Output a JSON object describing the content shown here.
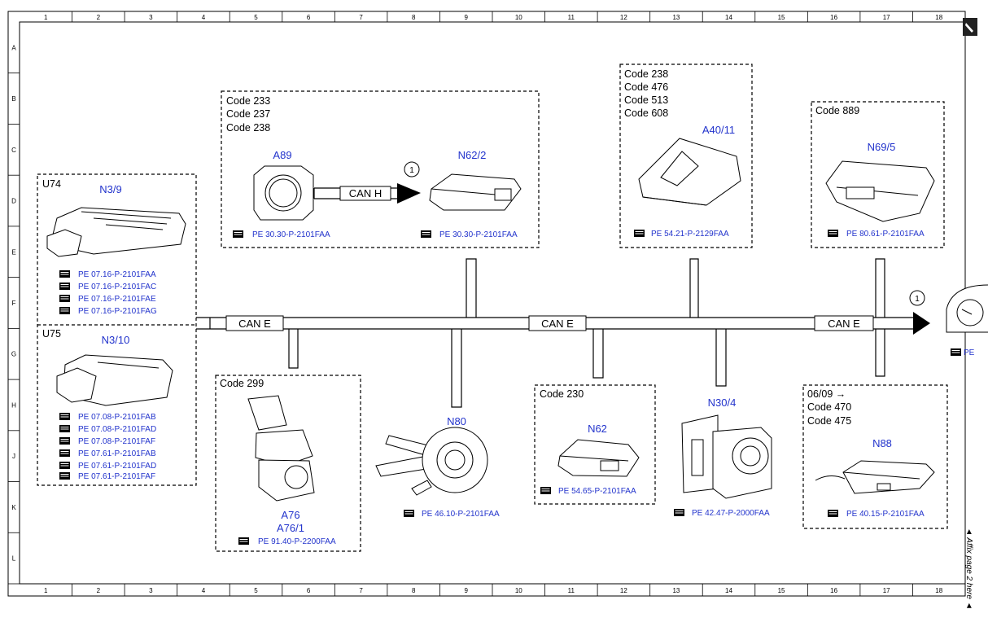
{
  "grid": {
    "columns": [
      "1",
      "2",
      "3",
      "4",
      "5",
      "6",
      "7",
      "8",
      "9",
      "10",
      "11",
      "12",
      "13",
      "14",
      "15",
      "16",
      "17",
      "18"
    ],
    "rows": [
      "A",
      "B",
      "C",
      "D",
      "E",
      "F",
      "G",
      "H",
      "J",
      "K",
      "L"
    ]
  },
  "groups": {
    "u74": {
      "label": "U74",
      "component": "N3/9",
      "refs": [
        "PE 07.16-P-2101FAA",
        "PE 07.16-P-2101FAC",
        "PE 07.16-P-2101FAE",
        "PE 07.16-P-2101FAG"
      ]
    },
    "u75": {
      "label": "U75",
      "component": "N3/10",
      "refs": [
        "PE 07.08-P-2101FAB",
        "PE 07.08-P-2101FAD",
        "PE 07.08-P-2101FAF",
        "PE 07.61-P-2101FAB",
        "PE 07.61-P-2101FAD",
        "PE 07.61-P-2101FAF"
      ]
    },
    "top_left": {
      "codes": [
        "Code 233",
        "Code 237",
        "Code 238"
      ],
      "comp1": "A89",
      "comp1_ref": "PE 30.30-P-2101FAA",
      "bus": "CAN H",
      "marker": "1",
      "comp2": "N62/2",
      "comp2_ref": "PE 30.30-P-2101FAA"
    },
    "a40": {
      "codes": [
        "Code 238",
        "Code 476",
        "Code 513",
        "Code 608"
      ],
      "component": "A40/11",
      "ref": "PE 54.21-P-2129FAA"
    },
    "n69": {
      "codes": [
        "Code 889"
      ],
      "component": "N69/5",
      "ref": "PE 80.61-P-2101FAA"
    },
    "a76": {
      "codes": [
        "Code 299"
      ],
      "components": [
        "A76",
        "A76/1"
      ],
      "ref": "PE 91.40-P-2200FAA"
    },
    "n80": {
      "component": "N80",
      "ref": "PE 46.10-P-2101FAA"
    },
    "n62": {
      "codes": [
        "Code 230"
      ],
      "component": "N62",
      "ref": "PE 54.65-P-2101FAA"
    },
    "n30": {
      "component": "N30/4",
      "ref": "PE 42.47-P-2000FAA"
    },
    "n88": {
      "codes": [
        "06/09 →",
        "Code 470",
        "Code 475"
      ],
      "component": "N88",
      "ref": "PE 40.15-P-2101FAA"
    }
  },
  "bus_labels": [
    "CAN E",
    "CAN E",
    "CAN E"
  ],
  "bus_marker": "1",
  "offpage_ref": "PE",
  "affix_text": "◄ Affix page 2 here ◄",
  "corner_icon": "pencil-icon",
  "colors": {
    "link": "#2233cc",
    "line": "#000000"
  }
}
